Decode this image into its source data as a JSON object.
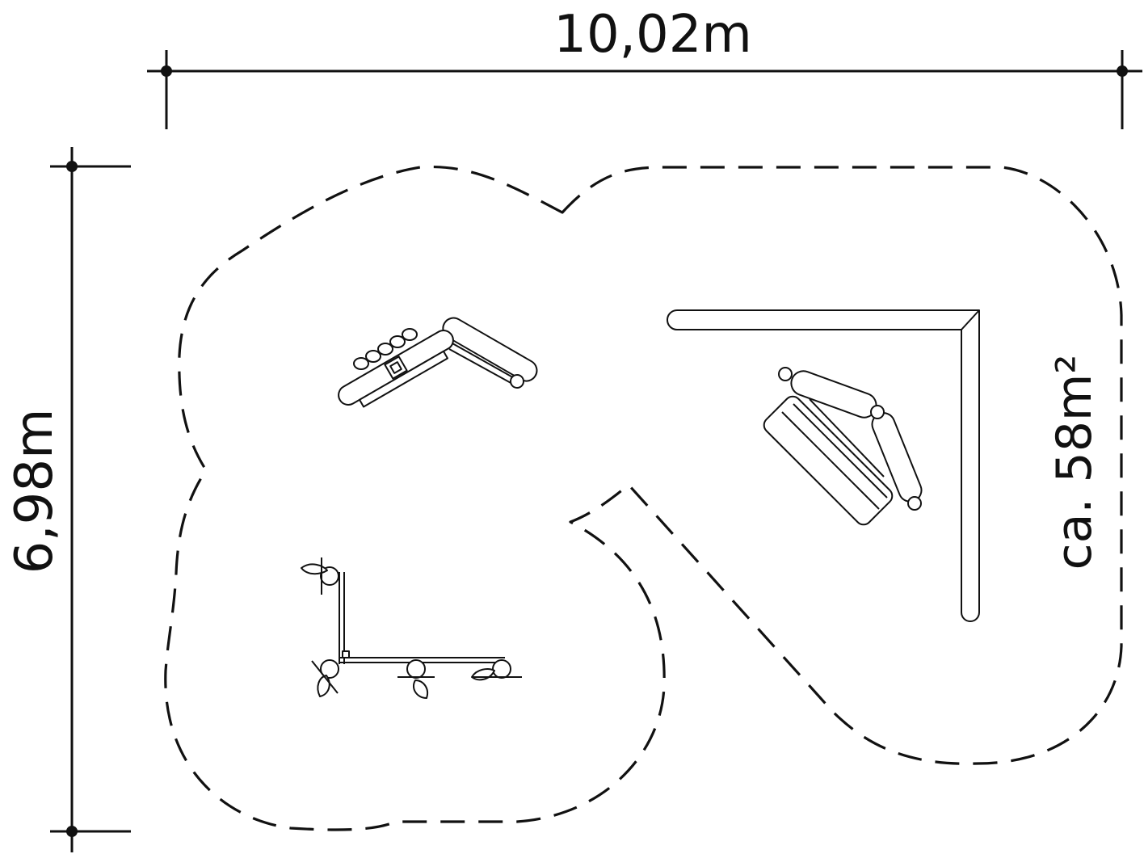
{
  "dimensions": {
    "width_label": "10,02m",
    "height_label": "6,98m"
  },
  "area_label": "ca. 58m²",
  "colors": {
    "ink": "#111111",
    "background": "#ffffff"
  }
}
